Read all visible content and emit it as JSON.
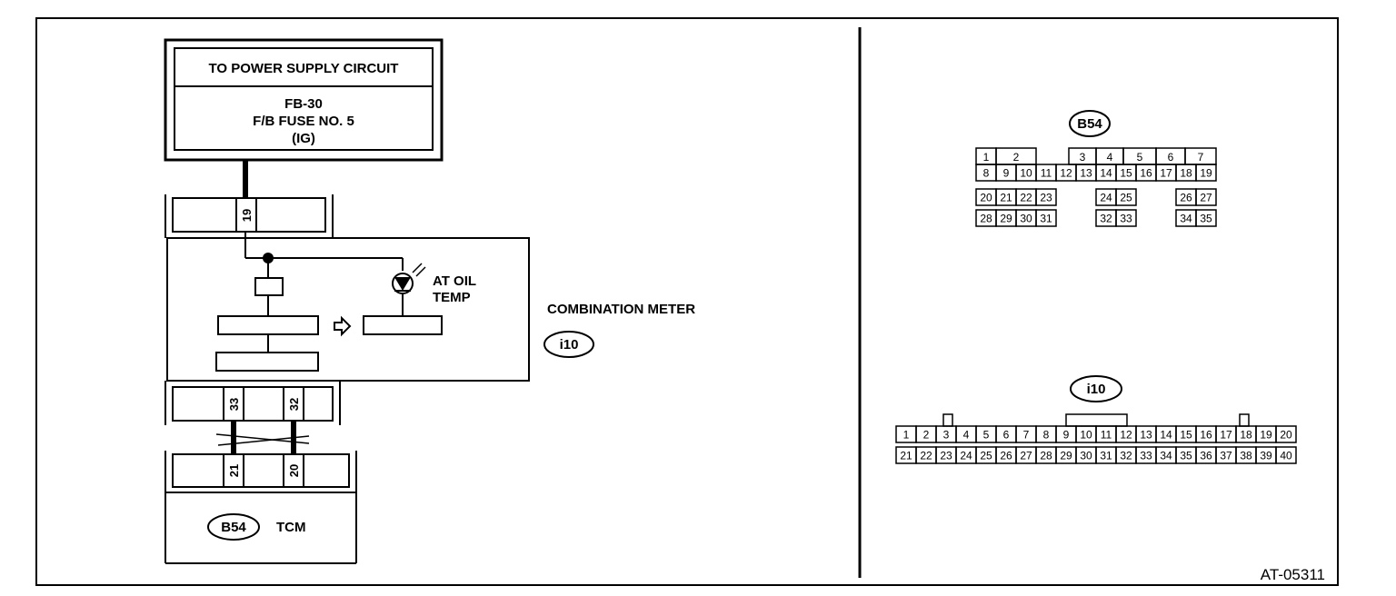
{
  "power_box": {
    "title": "TO POWER SUPPLY CIRCUIT",
    "line1": "FB-30",
    "line2": "F/B FUSE NO. 5",
    "line3": "(IG)"
  },
  "meter": {
    "label": "COMBINATION METER",
    "connector_id": "i10",
    "lamp_label_1": "AT OIL",
    "lamp_label_2": "TEMP",
    "pin_in": "19",
    "pin_out_1": "33",
    "pin_out_2": "32"
  },
  "tcm": {
    "label": "TCM",
    "connector_id": "B54",
    "pin_1": "21",
    "pin_2": "20"
  },
  "b54_connector": {
    "id": "B54",
    "row1": [
      "1",
      "2",
      "3",
      "4",
      "5",
      "6",
      "7"
    ],
    "row2": [
      "8",
      "9",
      "10",
      "11",
      "12",
      "13",
      "14",
      "15",
      "16",
      "17",
      "18",
      "19"
    ],
    "row3_left": [
      "20",
      "21",
      "22",
      "23"
    ],
    "row3_mid": [
      "24",
      "25"
    ],
    "row3_right": [
      "26",
      "27"
    ],
    "row4_left": [
      "28",
      "29",
      "30",
      "31"
    ],
    "row4_mid": [
      "32",
      "33"
    ],
    "row4_right": [
      "34",
      "35"
    ]
  },
  "i10_connector": {
    "id": "i10",
    "row1": [
      "1",
      "2",
      "3",
      "4",
      "5",
      "6",
      "7",
      "8",
      "9",
      "10",
      "11",
      "12",
      "13",
      "14",
      "15",
      "16",
      "17",
      "18",
      "19",
      "20"
    ],
    "row2": [
      "21",
      "22",
      "23",
      "24",
      "25",
      "26",
      "27",
      "28",
      "29",
      "30",
      "31",
      "32",
      "33",
      "34",
      "35",
      "36",
      "37",
      "38",
      "39",
      "40"
    ]
  },
  "figure_code": "AT-05311"
}
